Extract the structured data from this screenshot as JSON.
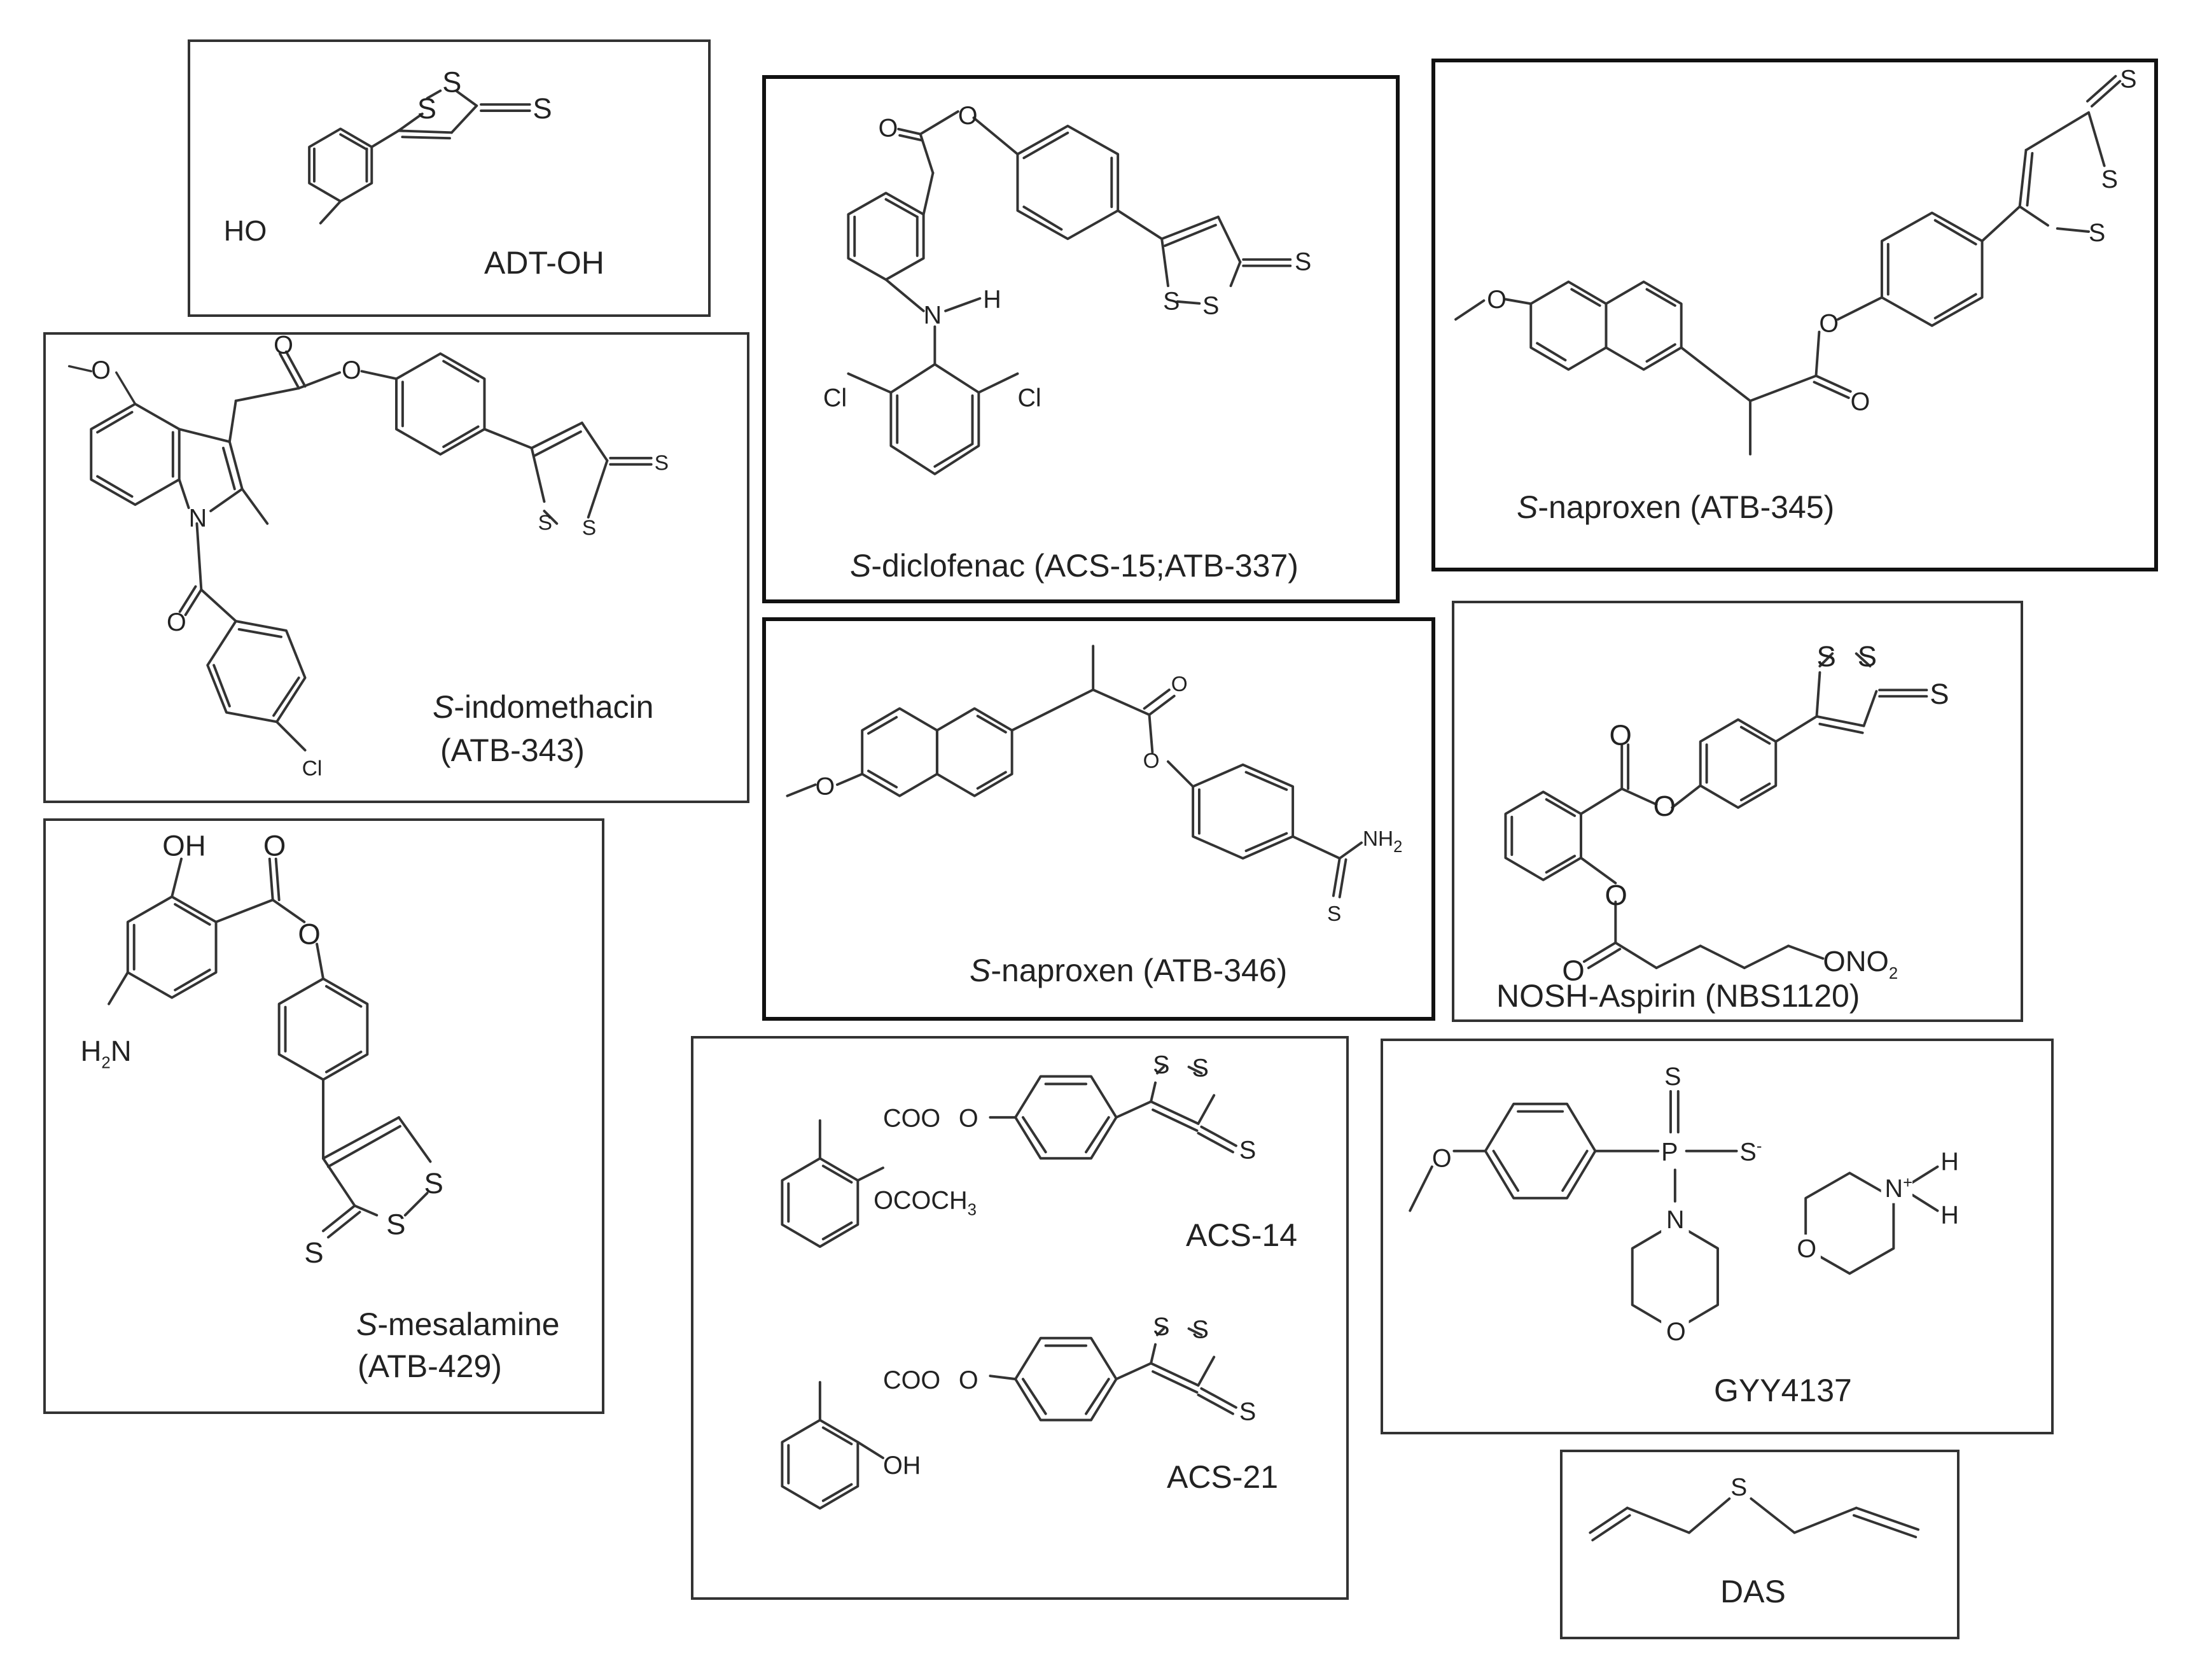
{
  "compounds": [
    {
      "id": "adt_oh",
      "name": "ADT-OH"
    },
    {
      "id": "s_diclofenac",
      "prefix": "S",
      "name": "-diclofenac (ACS-15;ATB-337)"
    },
    {
      "id": "s_naproxen_345",
      "prefix": "S",
      "name": "-naproxen (ATB-345)"
    },
    {
      "id": "s_indomethacin",
      "prefix": "S",
      "name": "-indomethacin",
      "line2": "(ATB-343)"
    },
    {
      "id": "s_naproxen_346",
      "prefix": "S",
      "name": "-naproxen (ATB-346)"
    },
    {
      "id": "nosh_aspirin",
      "name": "NOSH-Aspirin (NBS1120)"
    },
    {
      "id": "s_mesalamine",
      "prefix": "S",
      "name": "-mesalamine",
      "line2": "(ATB-429)"
    },
    {
      "id": "acs_14",
      "name": "ACS-14"
    },
    {
      "id": "acs_21",
      "name": "ACS-21"
    },
    {
      "id": "gyy4137",
      "name": "GYY4137"
    },
    {
      "id": "das",
      "name": "DAS"
    }
  ],
  "atoms": {
    "S": "S",
    "O": "O",
    "N": "N",
    "H": "H",
    "Cl": "Cl",
    "HO": "HO",
    "OH": "OH",
    "Cl_lower": "Cl",
    "NH2": "NH",
    "NH2_sub": "2",
    "H2N": "H",
    "H2N_sub": "2",
    "H2N_N": "N",
    "P": "P",
    "COO": "COO",
    "OCOCH3": "OCOCH",
    "OCOCH3_sub": "3",
    "ONO2": "ONO",
    "ONO2_sub": "2",
    "N_plus": "N",
    "plus": "+",
    "S_minus": "S",
    "minus": "-"
  }
}
